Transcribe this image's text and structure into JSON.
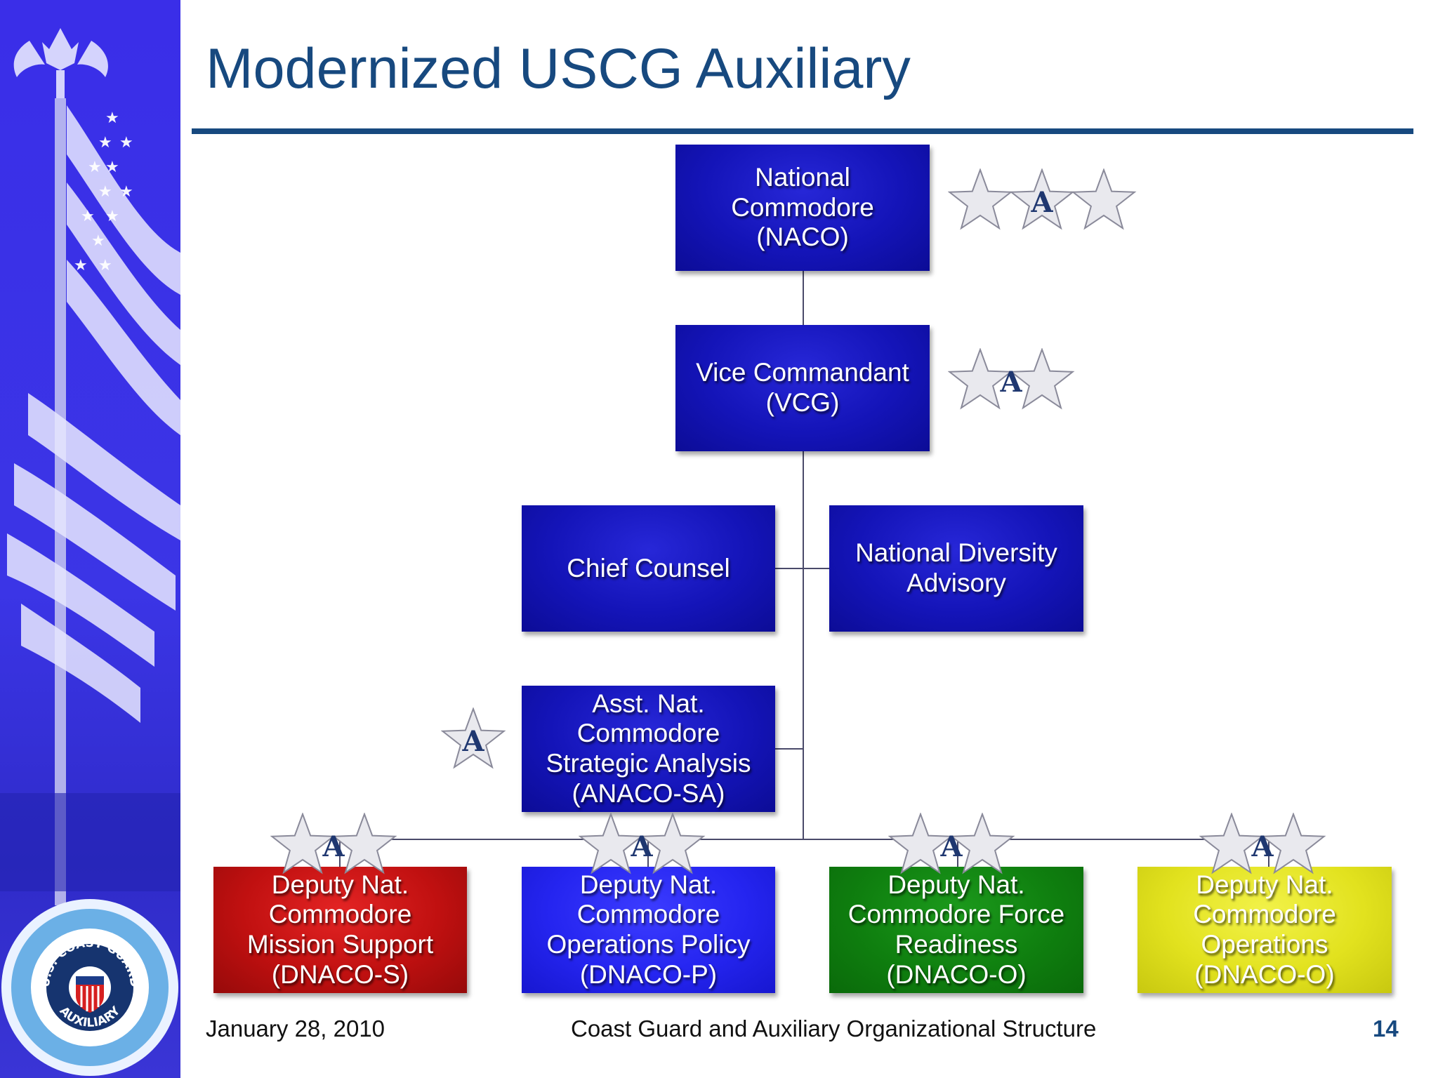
{
  "slide": {
    "title": "Modernized USCG Auxiliary",
    "footer_date": "January 28, 2010",
    "footer_center": "Coast Guard and Auxiliary Organizational Structure",
    "page_number": "14"
  },
  "seal": {
    "top_text": "U.S. COAST GUARD",
    "bottom_text": "AUXILIARY"
  },
  "org": {
    "naco": {
      "lines": [
        "National",
        "Commodore",
        "(NACO)"
      ],
      "stars": 3
    },
    "vcg": {
      "lines": [
        "Vice Commandant",
        "(VCG)"
      ],
      "stars": 2
    },
    "chief_counsel": {
      "lines": [
        "Chief Counsel"
      ]
    },
    "diversity": {
      "lines": [
        "National Diversity",
        "Advisory"
      ]
    },
    "anaco_sa": {
      "lines": [
        "Asst. Nat.",
        "Commodore",
        "Strategic Analysis",
        "(ANACO-SA)"
      ],
      "stars": 1
    },
    "dnaco_s": {
      "lines": [
        "Deputy Nat.",
        "Commodore",
        "Mission Support",
        "(DNACO-S)"
      ],
      "stars": 2
    },
    "dnaco_p": {
      "lines": [
        "Deputy Nat.",
        "Commodore",
        "Operations Policy",
        "(DNACO-P)"
      ],
      "stars": 2
    },
    "dnaco_fr": {
      "lines": [
        "Deputy Nat.",
        "Commodore Force",
        "Readiness",
        "(DNACO-O)"
      ],
      "stars": 2
    },
    "dnaco_o": {
      "lines": [
        "Deputy Nat.",
        "Commodore",
        "Operations",
        "(DNACO-O)"
      ],
      "stars": 2
    }
  },
  "insignia_letter": "A",
  "colors": {
    "title": "#17497f",
    "navy_box": "#1414b8",
    "red_box": "#c01010",
    "blue_box": "#2525f0",
    "green_box": "#0f7f0f",
    "yellow_box": "#e2e21e",
    "sidebar": "#3a2ee8",
    "connector": "#4a4a6a"
  }
}
